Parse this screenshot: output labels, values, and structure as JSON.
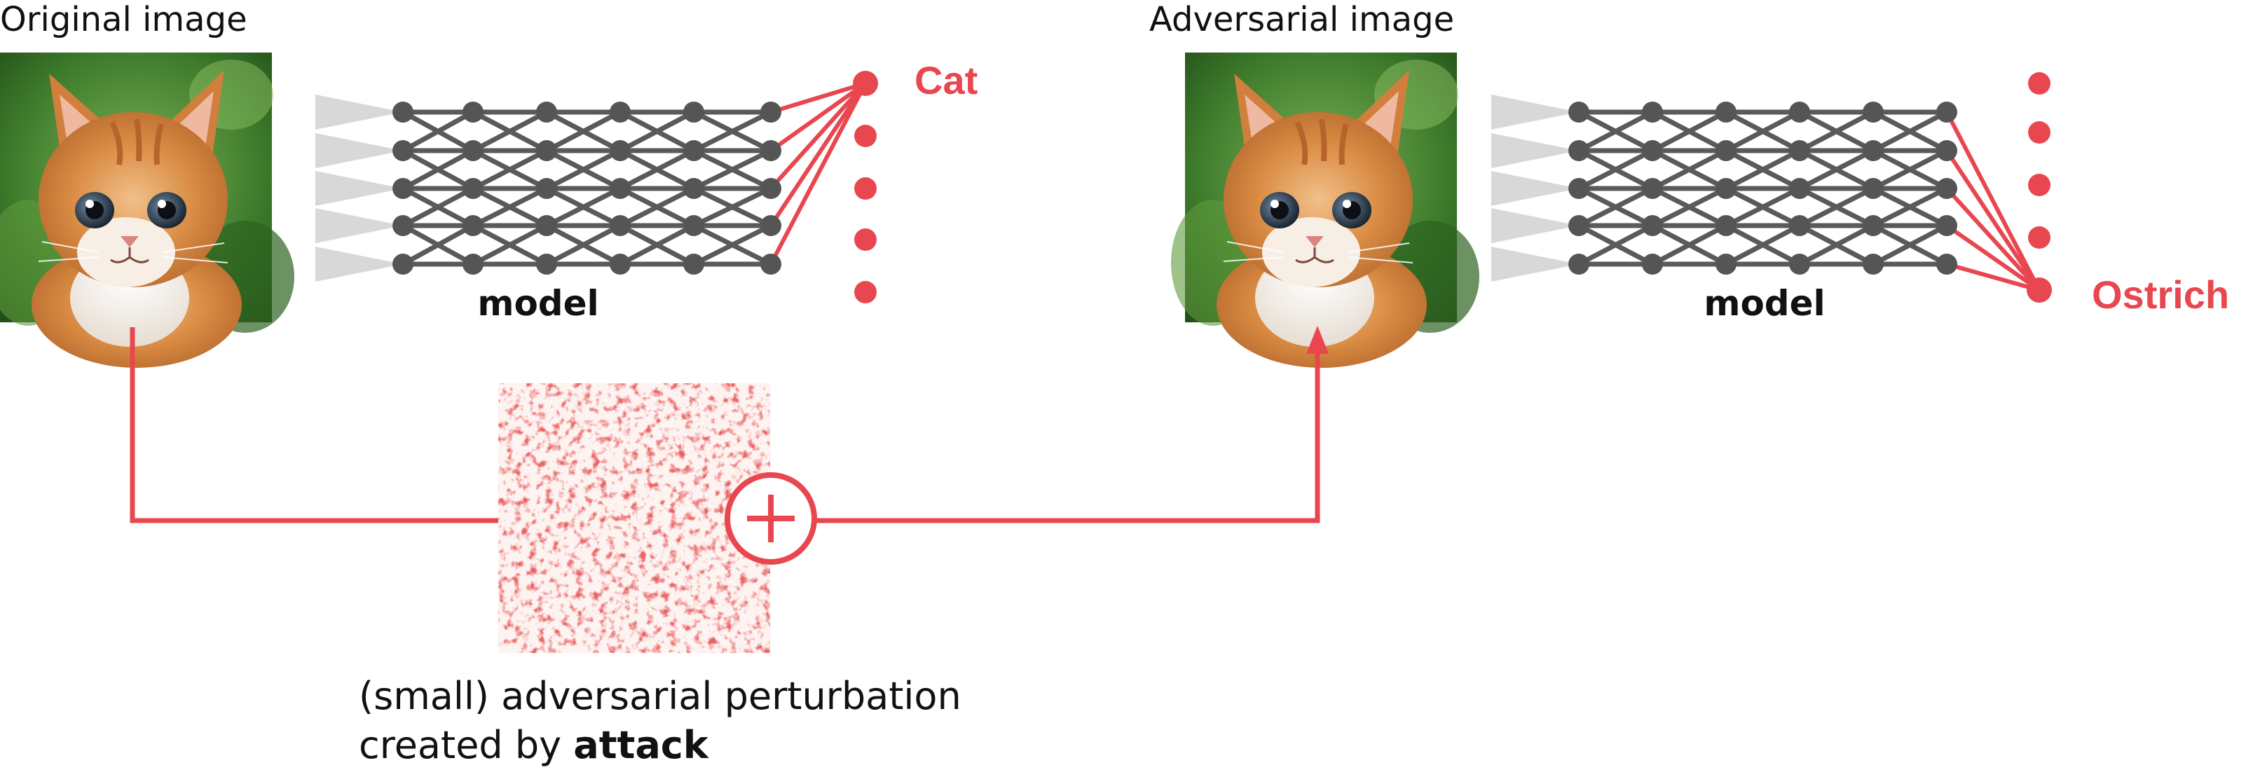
{
  "labels": {
    "original_image": "Original image",
    "adversarial_image": "Adversarial image",
    "model_left": "model",
    "model_right": "model",
    "output_left": "Cat",
    "output_right": "Ostrich",
    "perturbation_line1": "(small) adversarial perturbation",
    "perturbation_line2_prefix": "created by ",
    "perturbation_line2_bold": "attack"
  },
  "colors": {
    "accent_red": "#e8474f",
    "node_gray": "#555555",
    "edge_gray": "#5a5a5a",
    "input_fan_gray": "#d6d6d6",
    "text": "#111111"
  },
  "icons": {
    "original_image": "kitten-photo",
    "adversarial_image": "kitten-photo",
    "perturbation": "noise-pattern",
    "plus": "plus-circle-icon",
    "arrow": "arrow-up-icon"
  }
}
